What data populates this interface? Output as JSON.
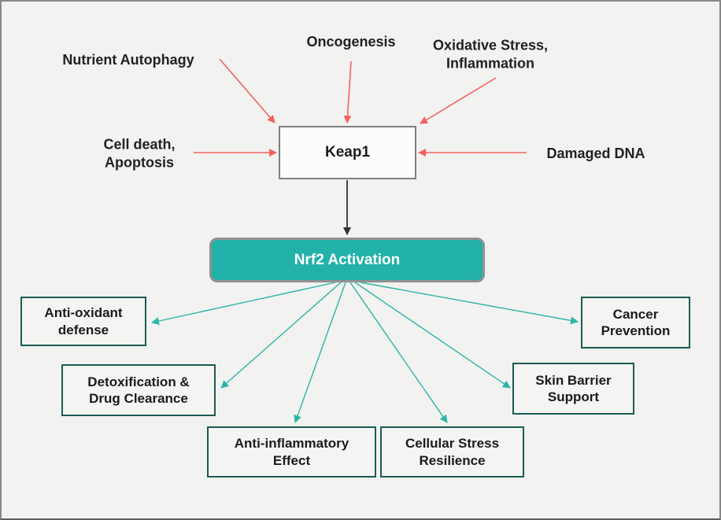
{
  "diagram": {
    "central_nodes": {
      "keap1": {
        "label": "Keap1"
      },
      "nrf2": {
        "label": "Nrf2 Activation"
      }
    },
    "inputs": [
      {
        "label": "Nutrient Autophagy"
      },
      {
        "label": "Oncogenesis"
      },
      {
        "label": "Oxidative Stress,\nInflammation"
      },
      {
        "label": "Cell death,\nApoptosis"
      },
      {
        "label": "Damaged DNA"
      }
    ],
    "outcomes": [
      {
        "label": "Anti-oxidant\ndefense"
      },
      {
        "label": "Detoxification &\nDrug Clearance"
      },
      {
        "label": "Anti-inflammatory\nEffect"
      },
      {
        "label": "Cellular Stress\nResilience"
      },
      {
        "label": "Skin Barrier\nSupport"
      },
      {
        "label": "Cancer\nPrevention"
      }
    ],
    "edges": [
      {
        "from": "Nutrient Autophagy",
        "to": "Keap1",
        "color": "red"
      },
      {
        "from": "Oncogenesis",
        "to": "Keap1",
        "color": "red"
      },
      {
        "from": "Oxidative Stress, Inflammation",
        "to": "Keap1",
        "color": "red"
      },
      {
        "from": "Cell death, Apoptosis",
        "to": "Keap1",
        "color": "red"
      },
      {
        "from": "Damaged DNA",
        "to": "Keap1",
        "color": "red"
      },
      {
        "from": "Keap1",
        "to": "Nrf2 Activation",
        "color": "black"
      },
      {
        "from": "Nrf2 Activation",
        "to": "Anti-oxidant defense",
        "color": "teal"
      },
      {
        "from": "Nrf2 Activation",
        "to": "Detoxification & Drug Clearance",
        "color": "teal"
      },
      {
        "from": "Nrf2 Activation",
        "to": "Anti-inflammatory Effect",
        "color": "teal"
      },
      {
        "from": "Nrf2 Activation",
        "to": "Cellular Stress Resilience",
        "color": "teal"
      },
      {
        "from": "Nrf2 Activation",
        "to": "Skin Barrier Support",
        "color": "teal"
      },
      {
        "from": "Nrf2 Activation",
        "to": "Cancer Prevention",
        "color": "teal"
      }
    ],
    "colors": {
      "background": "#f2f2f1",
      "input_arrow_red": "#f4615e",
      "output_arrow_teal": "#2cb5a8",
      "keap1_to_nrf2_arrow_black": "#303030",
      "nrf2_fill": "#22b2a9",
      "nrf2_text": "#ffffff",
      "outcome_border": "#1a5c55",
      "keap1_border": "#7f7f7f",
      "label_text": "#212121"
    }
  }
}
